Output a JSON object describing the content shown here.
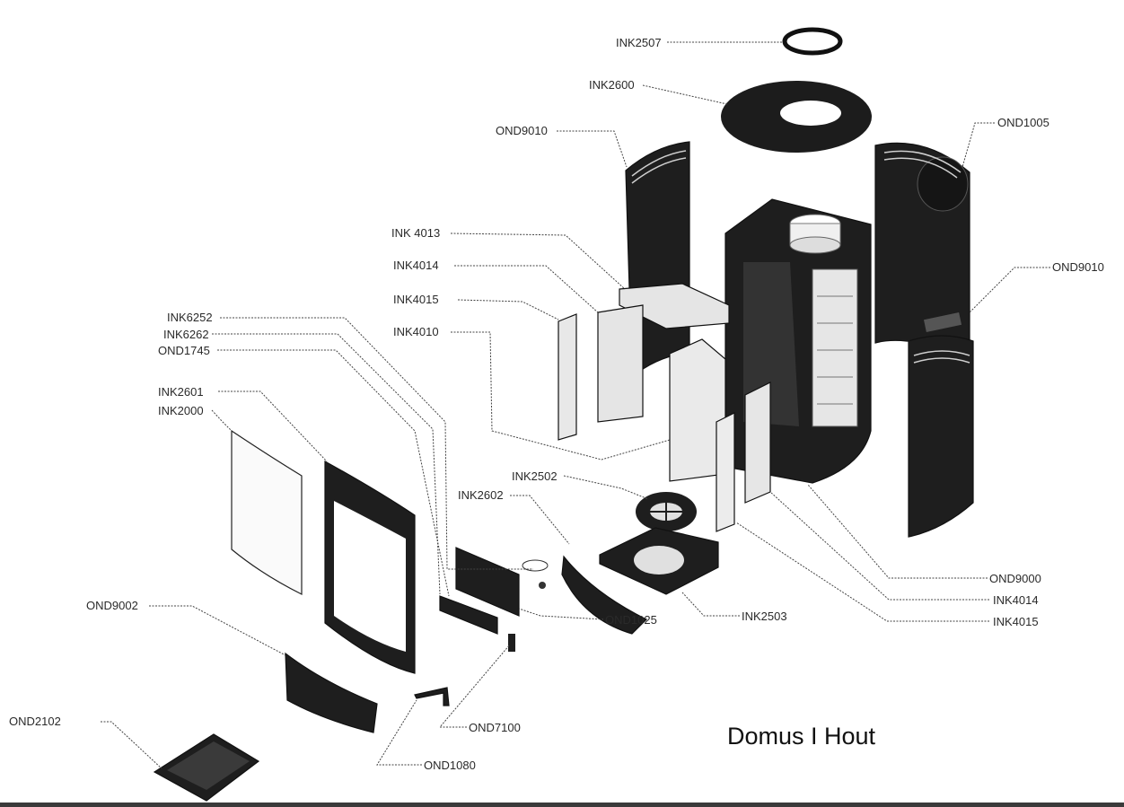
{
  "title": "Domus I Hout",
  "labels": {
    "ink2507": "INK2507",
    "ink2600": "INK2600",
    "ond9010_left": "OND9010",
    "ond1005": "OND1005",
    "ond9010_right": "OND9010",
    "ink4013": "INK 4013",
    "ink4014_left": "INK4014",
    "ink4015_left": "INK4015",
    "ink4010": "INK4010",
    "ink6252": "INK6252",
    "ink6262": "INK6262",
    "ond1745": "OND1745",
    "ink2601": "INK2601",
    "ink2000": "INK2000",
    "ink2502": "INK2502",
    "ink2602": "INK2602",
    "ond9000": "OND9000",
    "ink4014_right": "INK4014",
    "ink4015_right": "INK4015",
    "ond1025": "OND1025",
    "ink2503": "INK2503",
    "ond9002": "OND9002",
    "ond7100": "OND7100",
    "ond2102": "OND2102",
    "ond1080": "OND1080"
  },
  "colors": {
    "part_dark": "#1e1e1e",
    "part_light": "#ececec",
    "line": "#444444"
  }
}
